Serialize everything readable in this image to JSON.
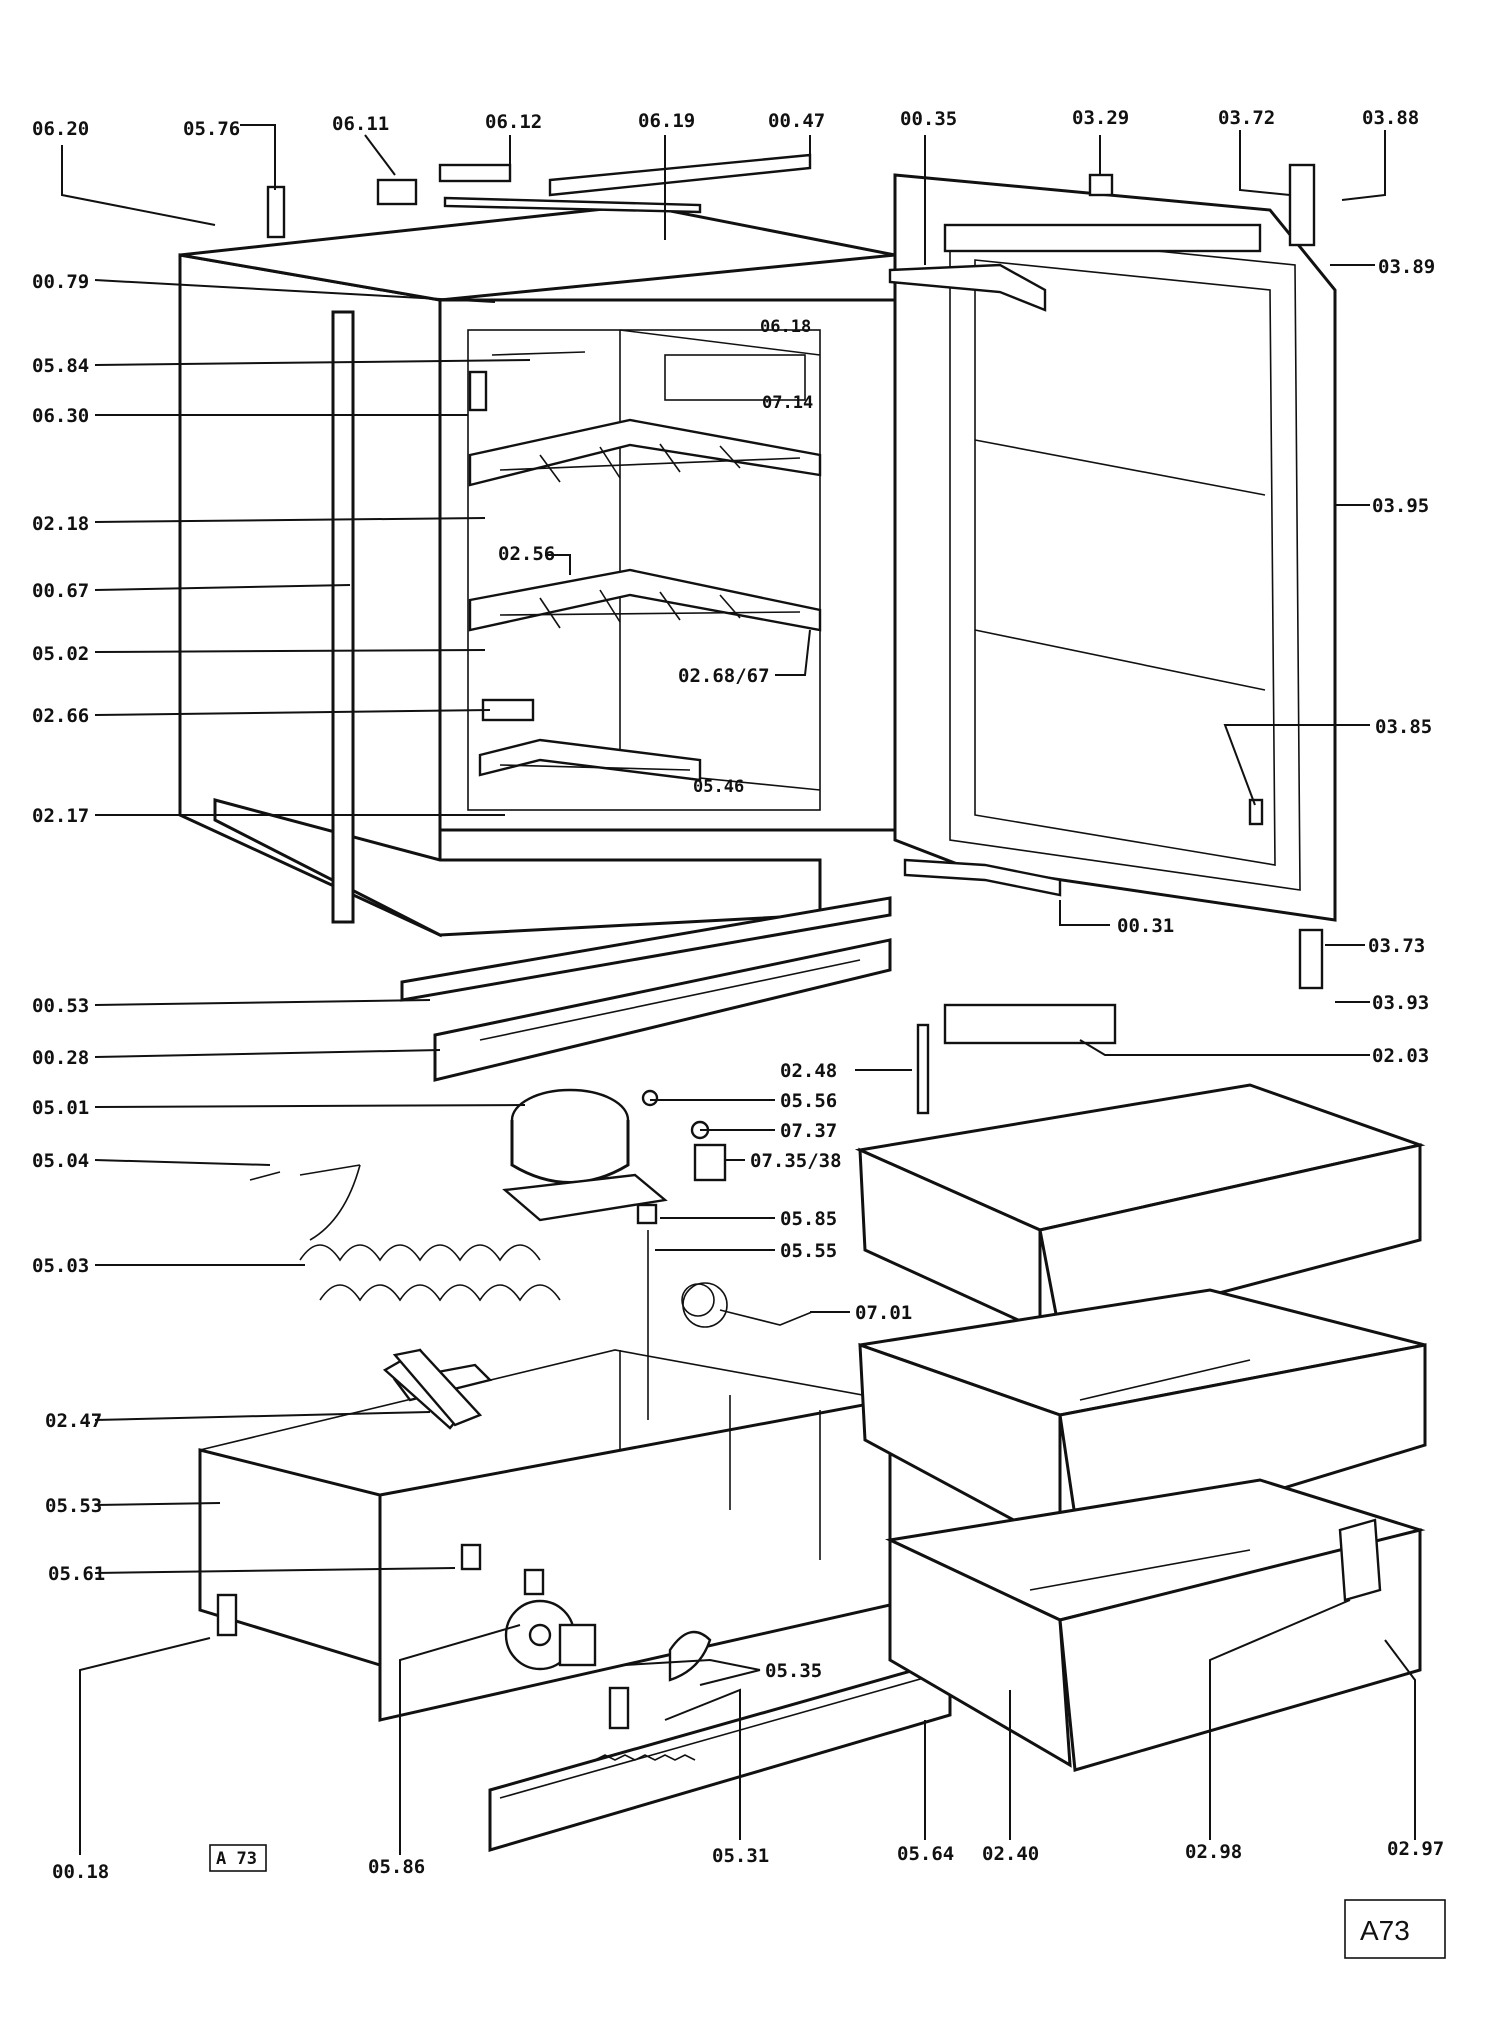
{
  "diagram": {
    "code_small": "A 73",
    "code_box": "A73",
    "labels": [
      "06.20",
      "05.76",
      "06.11",
      "06.12",
      "06.19",
      "00.47",
      "00.35",
      "03.29",
      "03.72",
      "03.88",
      "00.79",
      "03.89",
      "06.18",
      "05.84",
      "07.14",
      "06.30",
      "02.18",
      "03.95",
      "02.56",
      "00.67",
      "05.02",
      "02.68/67",
      "02.66",
      "03.85",
      "05.46",
      "02.17",
      "00.31",
      "03.73",
      "00.53",
      "03.93",
      "00.28",
      "02.03",
      "02.48",
      "05.01",
      "05.56",
      "07.37",
      "05.04",
      "07.35/38",
      "05.85",
      "05.03",
      "05.55",
      "07.01",
      "02.47",
      "05.53",
      "05.61",
      "05.35",
      "00.18",
      "05.86",
      "05.31",
      "05.64",
      "02.40",
      "02.98",
      "02.97"
    ]
  }
}
